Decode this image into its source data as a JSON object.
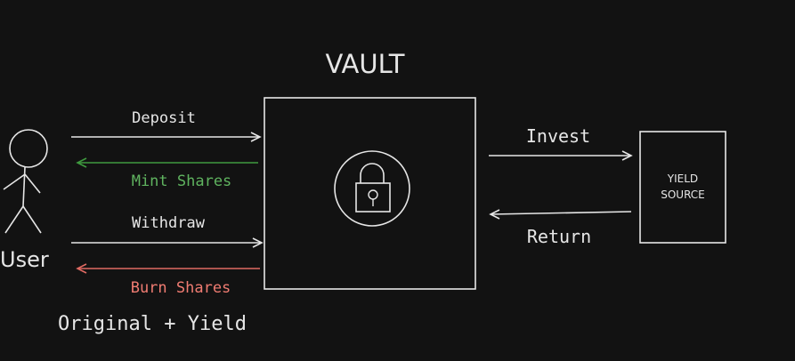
{
  "diagram": {
    "vault_title": "VAULT",
    "user_label": "User",
    "deposit_label": "Deposit",
    "mint_label": "Mint Shares",
    "withdraw_label": "Withdraw",
    "burn_label": "Burn Shares",
    "original_yield_label": "Original + Yield",
    "invest_label": "Invest",
    "return_label": "Return",
    "yield_source_line1": "YIELD",
    "yield_source_line2": "SOURCE"
  },
  "colors": {
    "background": "#121212",
    "stroke": "#e6e6e6",
    "mint": "#3f9a3f",
    "mint_text": "#5fb35f",
    "burn": "#e06a62",
    "burn_text": "#f07c72"
  },
  "icons": {
    "vault_icon": "lock-icon",
    "user_icon": "stick-figure-icon"
  }
}
